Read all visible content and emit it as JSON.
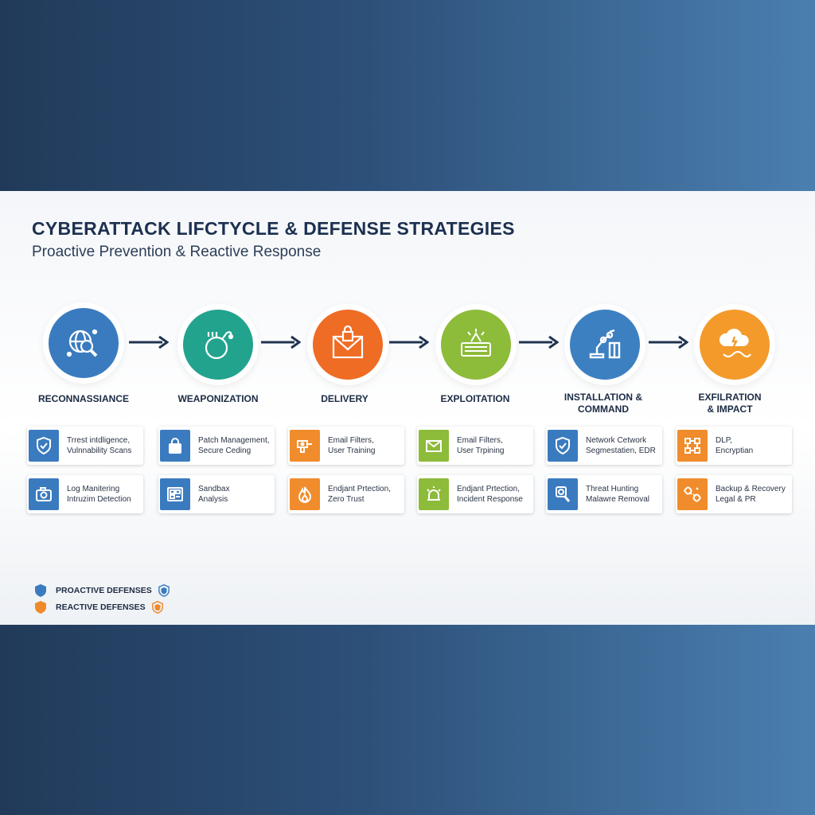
{
  "title": "CYBERATTACK LIFCTYCLE & DEFENSE STRATEGIES",
  "subtitle": "Proactive Prevention & Reactive Response",
  "colors": {
    "blue": "#3a7bbf",
    "teal": "#22a38e",
    "orange": "#ef6c25",
    "green": "#8dbb3a",
    "steel_blue": "#3d80c2",
    "amber": "#f39a2b",
    "navy": "#1f3350",
    "proactive": "#3a7bbf",
    "reactive": "#ef8a2a"
  },
  "stages": [
    {
      "label": "RECONNASSIANCE",
      "circle_color": "#3a7bbf",
      "icon": "globe-search-icon",
      "cards": [
        {
          "text": "Trrest intdligence,\nVulnnability Scans",
          "icon": "shield-check-icon",
          "color": "#3a7bbf"
        },
        {
          "text": "Log Manitering\nIntruzim Detection",
          "icon": "camera-icon",
          "color": "#3a7bbf"
        }
      ]
    },
    {
      "label": "WEAPONIZATION",
      "circle_color": "#22a38e",
      "icon": "bomb-icon",
      "cards": [
        {
          "text": "Patch Management,\nSecure Ceding",
          "icon": "lock-icon",
          "color": "#3a7bbf"
        },
        {
          "text": "Sandbax\nAnalysis",
          "icon": "sandbox-icon",
          "color": "#3a7bbf"
        }
      ]
    },
    {
      "label": "DELIVERY",
      "circle_color": "#ef6c25",
      "icon": "envelope-lock-icon",
      "cards": [
        {
          "text": "Email Filters,\nUser Training",
          "icon": "filter-icon",
          "color": "#f08c2b"
        },
        {
          "text": "Endjant Prtection,\nZero Trust",
          "icon": "fire-icon",
          "color": "#f08c2b"
        }
      ]
    },
    {
      "label": "EXPLOITATION",
      "circle_color": "#8dbb3a",
      "icon": "keyboard-burst-icon",
      "cards": [
        {
          "text": "Email Filters,\nUser Trpining",
          "icon": "envelope-icon",
          "color": "#8dbb3a"
        },
        {
          "text": "Endjant Prtection,\nIncident Response",
          "icon": "alarm-icon",
          "color": "#8dbb3a"
        }
      ]
    },
    {
      "label": "INSTALLATION &\nCOMMAND",
      "circle_color": "#3d80c2",
      "icon": "robot-arm-icon",
      "cards": [
        {
          "text": "Network Cetwork\nSegmestatien, EDR",
          "icon": "shield-check-icon",
          "color": "#3a7bbf"
        },
        {
          "text": "Threat Hunting\nMalawre Removal",
          "icon": "magnifier-icon",
          "color": "#3a7bbf"
        }
      ]
    },
    {
      "label": "EXFILRATION\n& IMPACT",
      "circle_color": "#f39a2b",
      "icon": "cloud-chain-icon",
      "cards": [
        {
          "text": "DLP,\nEncryptian",
          "icon": "network-nodes-icon",
          "color": "#f08c2b"
        },
        {
          "text": "Backup & Recovery\nLegal & PR",
          "icon": "broken-chain-icon",
          "color": "#f08c2b"
        }
      ]
    }
  ],
  "legend": [
    {
      "label": "PROACTIVE DEFENSES",
      "color": "#3a7bbf"
    },
    {
      "label": "REACTIVE DEFENSES",
      "color": "#ef8a2a"
    }
  ]
}
